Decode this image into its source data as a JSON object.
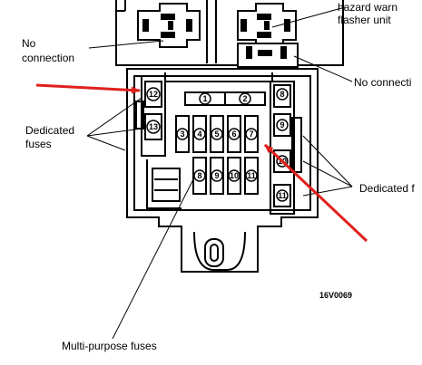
{
  "labels": {
    "hazard_line1": "hazard warn",
    "hazard_line2": "flasher unit",
    "no_conn_left_1": "No",
    "no_conn_left_2": "connection",
    "no_conn_right": "No connecti",
    "dedicated_left_1": "Dedicated",
    "dedicated_left_2": "fuses",
    "dedicated_right": "Dedicated f",
    "multipurpose": "Multi-purpose fuses",
    "code": "16V0069"
  },
  "fuses": {
    "f1": "1",
    "f2": "2",
    "f3": "3",
    "f4": "4",
    "f5": "5",
    "f6": "6",
    "f7": "7",
    "f8": "8",
    "f9": "9",
    "f10": "10",
    "f11": "11",
    "f12": "12",
    "f13": "13",
    "b8": "8",
    "b9": "9",
    "b10": "10",
    "b11": "11"
  },
  "colors": {
    "arrow": "#e0201c",
    "line": "#000000",
    "background": "#ffffff"
  }
}
